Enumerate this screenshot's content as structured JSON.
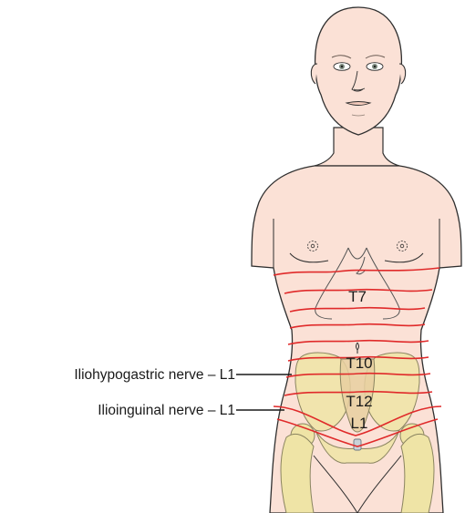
{
  "colors": {
    "skin": "#fbe1d6",
    "outline": "#2f2f2f",
    "dermatome": "#e02a2a",
    "bone": "#efe4a6",
    "bone_outline": "#8a8460",
    "pelvis_shade": "#e8cfa0"
  },
  "callouts": [
    {
      "id": "iliohypogastric",
      "text": "Iliohypogastric nerve – L1"
    },
    {
      "id": "ilioinguinal",
      "text": "Ilioinguinal nerve – L1"
    }
  ],
  "dermatome_labels": [
    "T7",
    "T10",
    "T12",
    "L1"
  ]
}
